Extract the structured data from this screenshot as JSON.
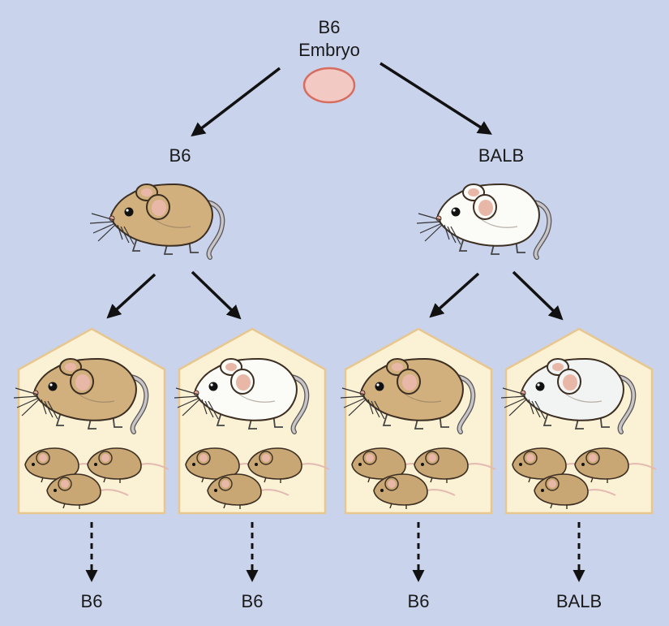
{
  "embryo": {
    "label_line1": "B6",
    "label_line2": "Embryo"
  },
  "foster_mothers": [
    {
      "label": "B6",
      "coat_color": "#d2b07e"
    },
    {
      "label": "BALB",
      "coat_color": "#fbfbf8"
    }
  ],
  "cages": [
    {
      "mother_coat_color": "#d2b07e",
      "outcome_label": "B6"
    },
    {
      "mother_coat_color": "#fbfbf8",
      "outcome_label": "B6"
    },
    {
      "mother_coat_color": "#d2b07e",
      "outcome_label": "B6"
    },
    {
      "mother_coat_color": "#f2f4f4",
      "outcome_label": "BALB"
    }
  ],
  "colors": {
    "background": "#c9d3ec",
    "cage_fill": "#fbf1d4",
    "cage_border": "#e8c78f",
    "pup_coat": "#c9a774",
    "embryo_fill": "#f3c9c4",
    "embryo_border": "#d76d5f",
    "tail": "#c8c4c8"
  }
}
